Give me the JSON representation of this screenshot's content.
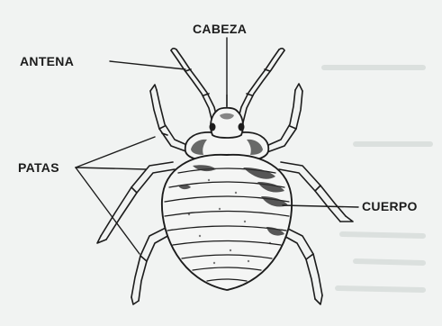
{
  "labels": {
    "head": "CABEZA",
    "antenna": "ANTENA",
    "legs": "PATAS",
    "body": "CUERPO"
  },
  "colors": {
    "background": "#f1f3f2",
    "ink": "#1c1c1c",
    "shade": "#3a3a3a",
    "bleed_through": "#c9cecc"
  }
}
